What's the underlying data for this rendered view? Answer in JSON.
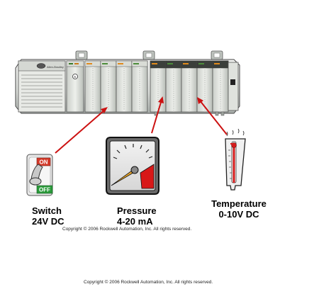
{
  "plc": {
    "brand_text": "Allen-Bradley",
    "left_module_label": "5"
  },
  "devices": {
    "switch": {
      "name": "Switch",
      "signal": "24V DC",
      "on_text": "ON",
      "off_text": "OFF"
    },
    "pressure": {
      "name": "Pressure",
      "signal": "4-20 mA"
    },
    "temperature": {
      "name": "Temperature",
      "signal": "0-10V DC"
    }
  },
  "copyright_upper": "Copyright © 2006 Rockwell Automation, Inc. All rights reserved.",
  "copyright_lower": "Copyright © 2006 Rockwell Automation, Inc. All rights reserved.",
  "colors": {
    "arrow": "#cc1111",
    "chassis_light": "#eef0ee",
    "chassis_dark": "#9aa09c",
    "module_stripe_orange": "#e08a1c",
    "module_stripe_green": "#4c8c3a",
    "switch_on": "#d43a2a",
    "switch_off": "#2a9a3a",
    "gauge_red": "#d81818",
    "thermo_red": "#d41a1a"
  }
}
